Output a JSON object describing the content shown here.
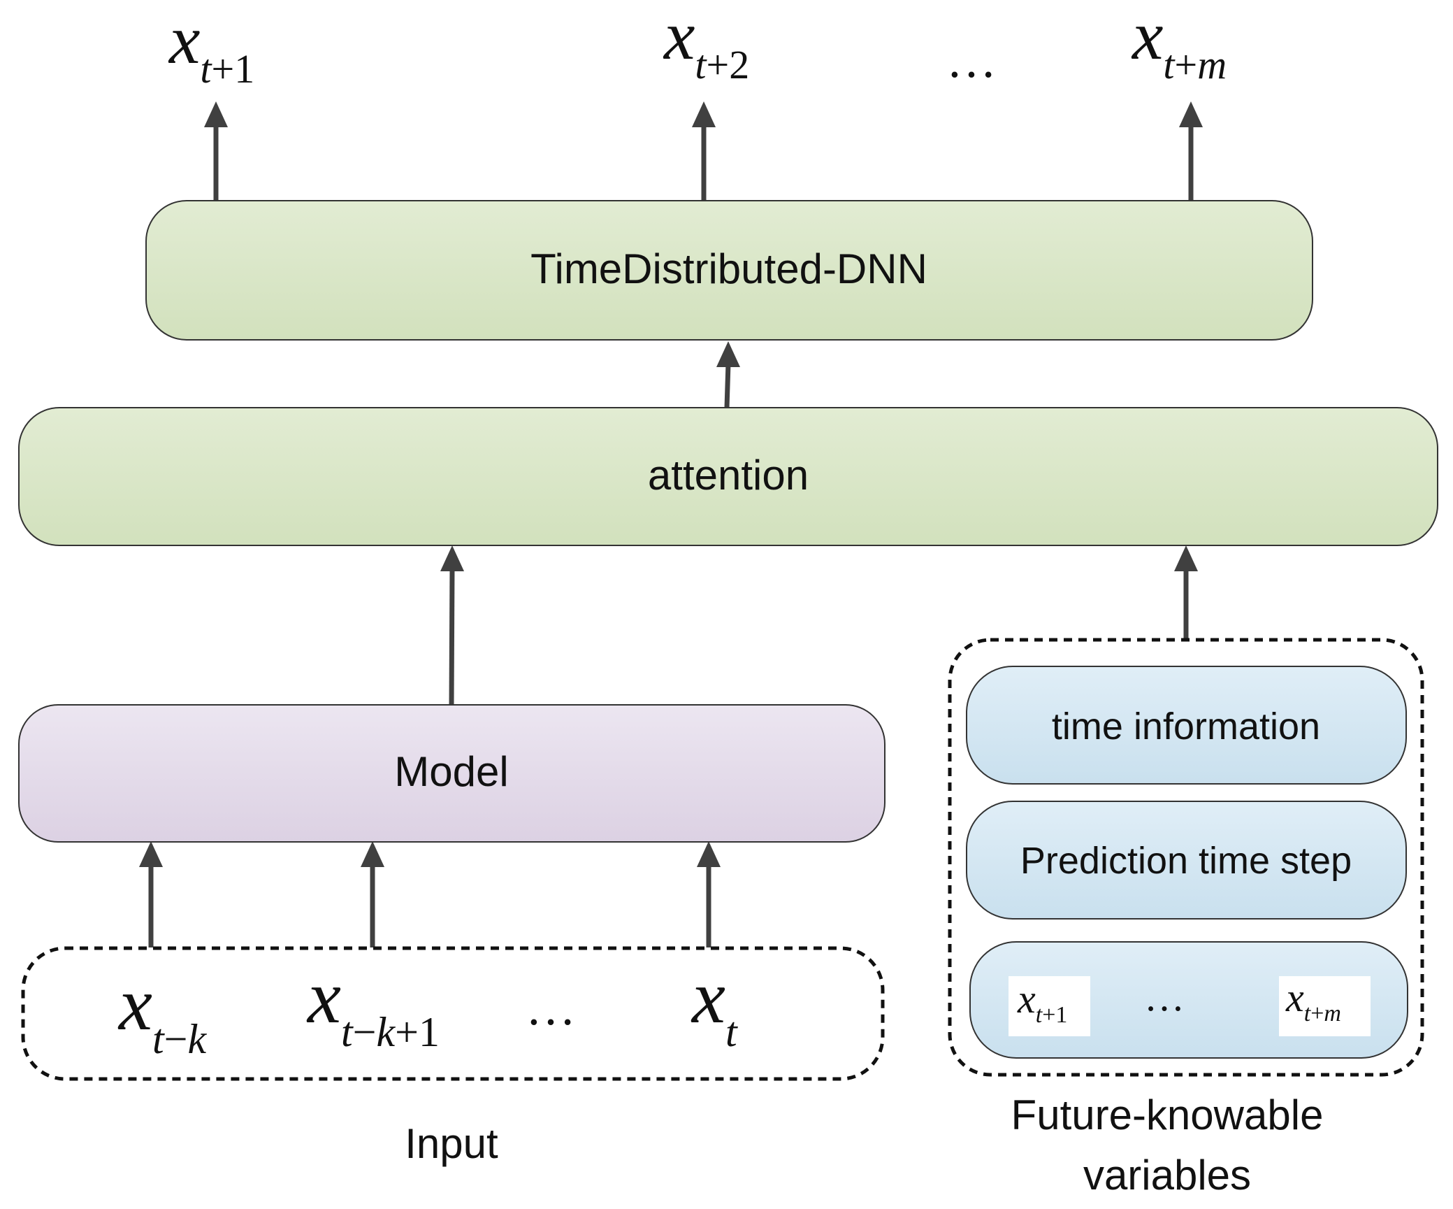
{
  "outputs": {
    "var": "x",
    "items": [
      {
        "sub_parts": [
          "t",
          "+",
          "1"
        ]
      },
      {
        "sub_parts": [
          "t",
          "+",
          "2"
        ]
      },
      {
        "sub_parts": [
          "t",
          "+",
          "m"
        ]
      }
    ],
    "ellipsis": "…"
  },
  "blocks": {
    "dnn_label": "TimeDistributed-DNN",
    "attention_label": "attention",
    "model_label": "Model"
  },
  "inputs": {
    "var": "x",
    "items": [
      {
        "sub_parts": [
          "t",
          "−",
          "k"
        ]
      },
      {
        "sub_parts": [
          "t",
          "−",
          "k",
          "+",
          "1"
        ]
      },
      {
        "sub_parts": [
          "t"
        ]
      }
    ],
    "ellipsis": "…",
    "caption": "Input"
  },
  "future": {
    "time_info_label": "time information",
    "pred_step_label": "Prediction time step",
    "var": "x",
    "left_sub_parts": [
      "t",
      "+",
      "1"
    ],
    "right_sub_parts": [
      "t",
      "+",
      "m"
    ],
    "ellipsis": "…",
    "caption_line1": "Future-knowable",
    "caption_line2": "variables"
  },
  "colors": {
    "green_top": "#e2ecd3",
    "green_bottom": "#d2e1bd",
    "purple_top": "#ece6f1",
    "purple_bottom": "#dcd1e3",
    "blue_top": "#e0eef7",
    "blue_bottom": "#c9e0ee",
    "arrow": "#404040",
    "border": "#333333"
  }
}
